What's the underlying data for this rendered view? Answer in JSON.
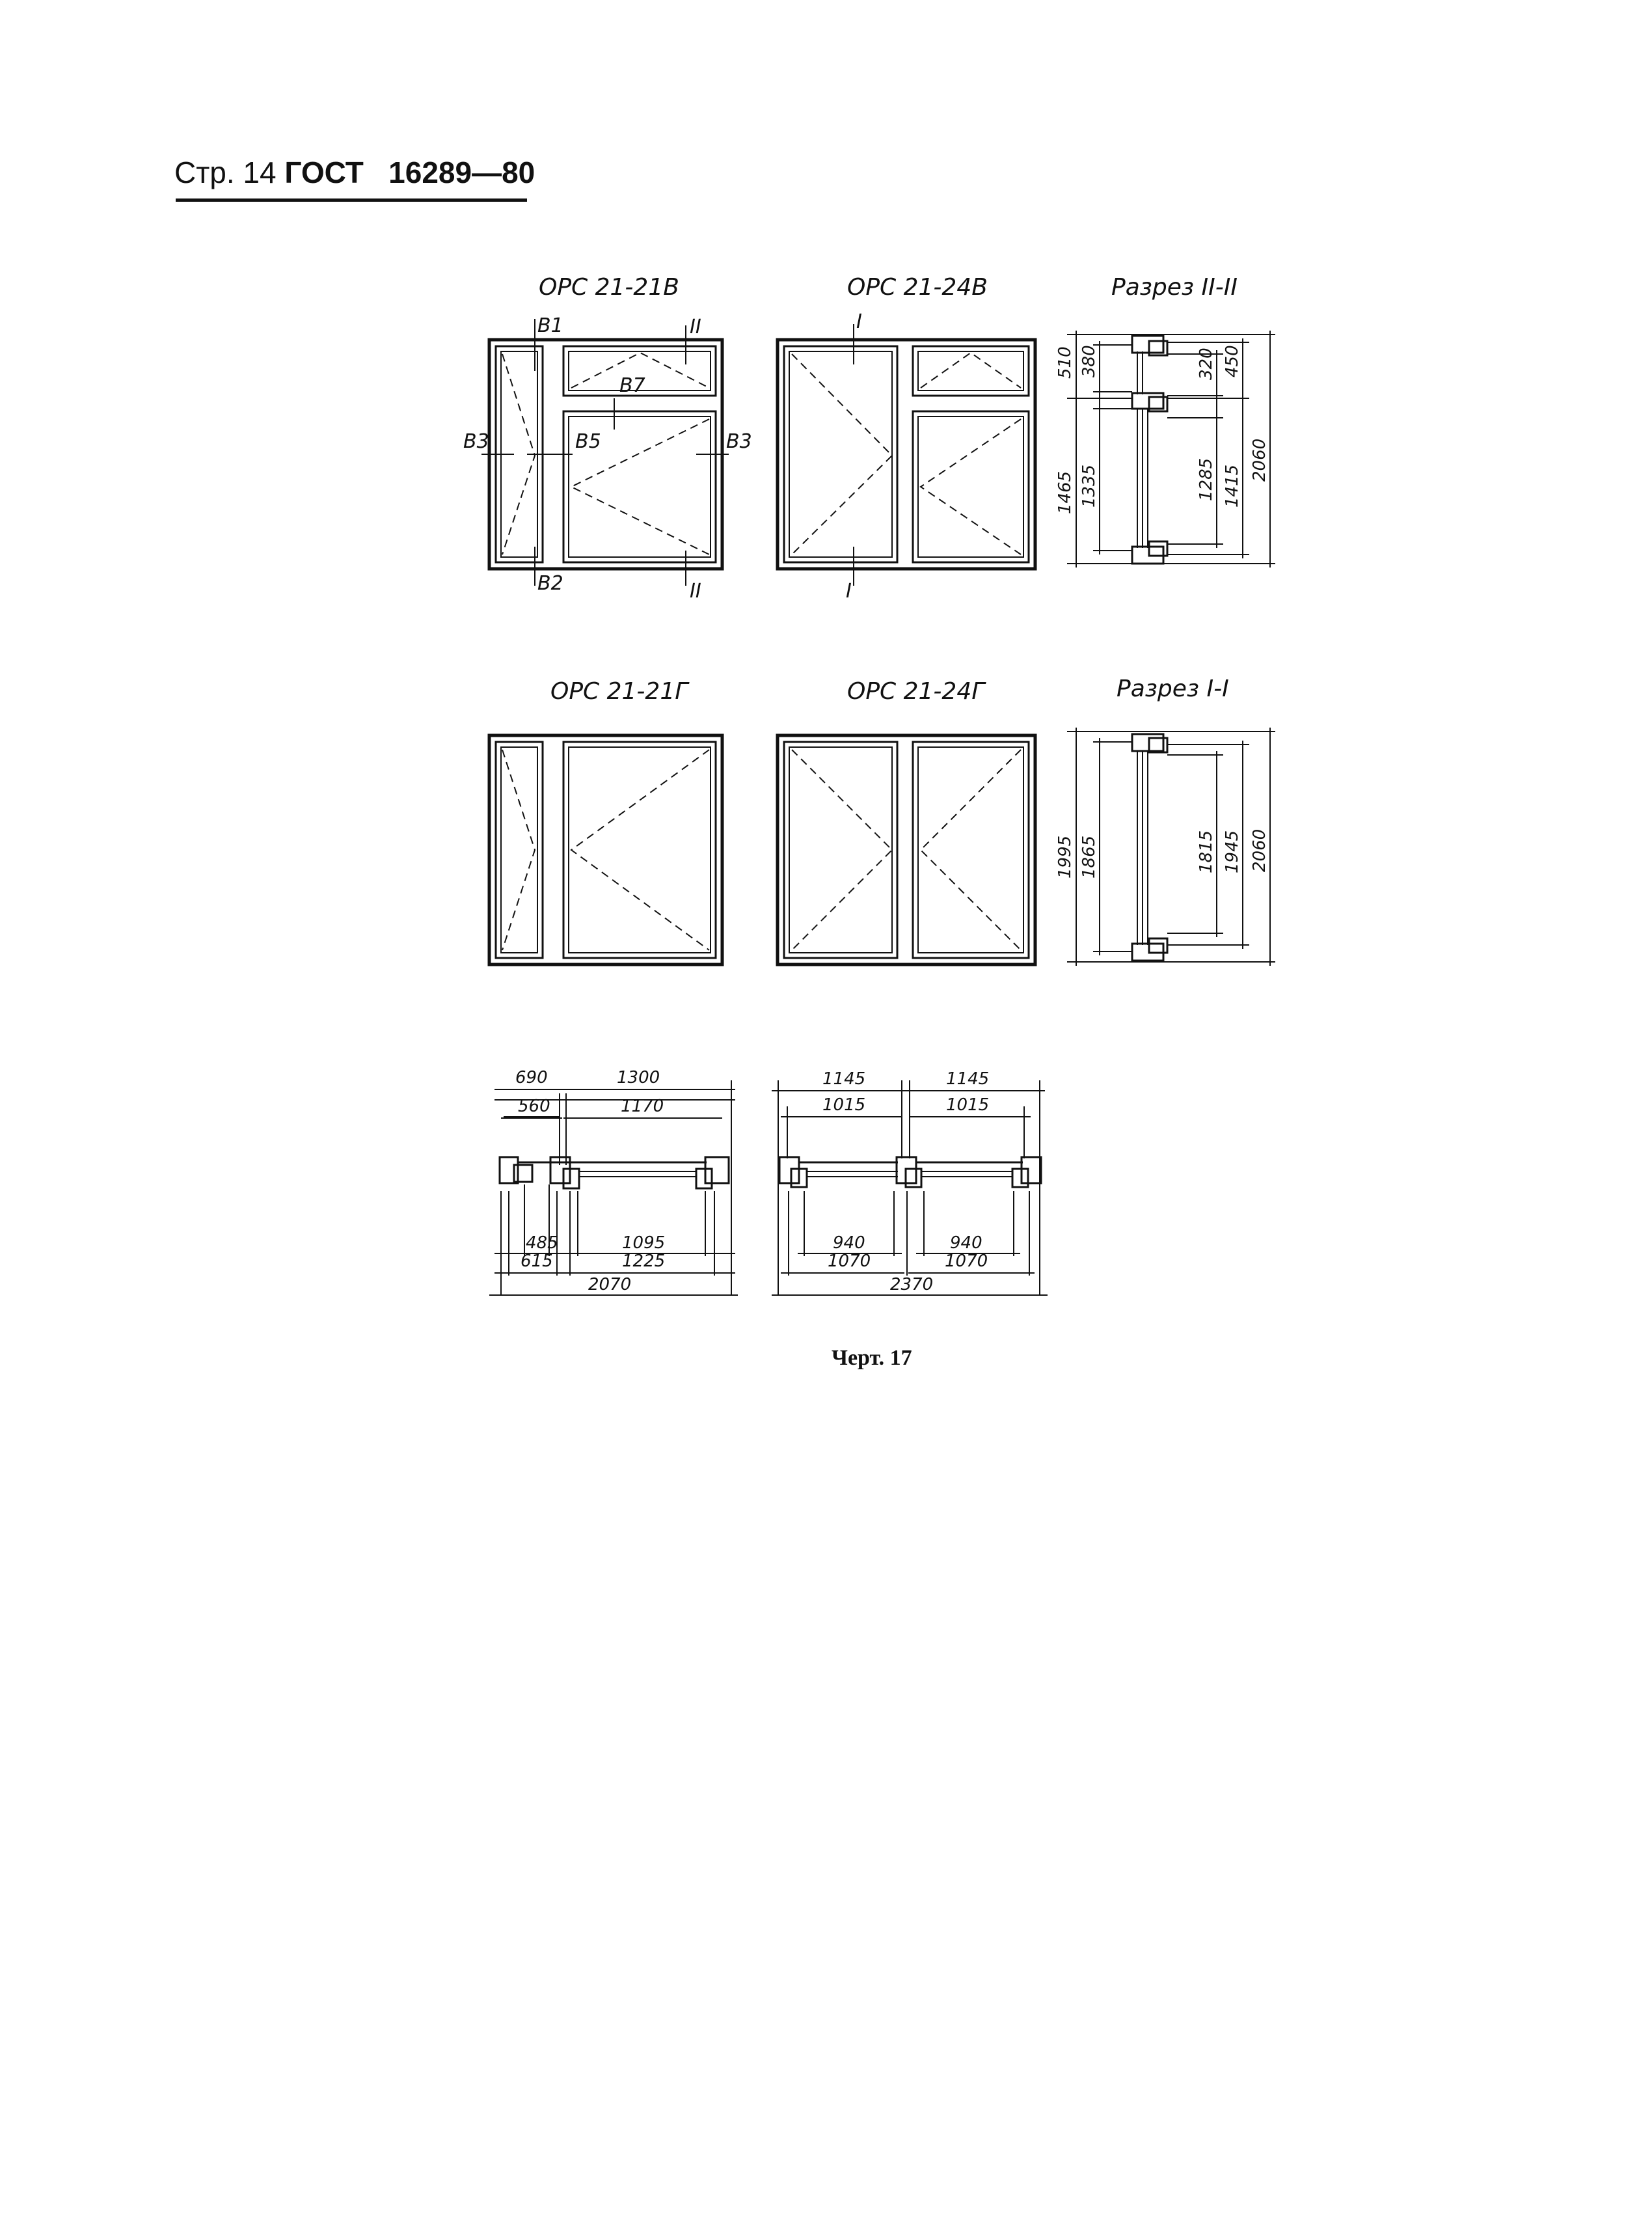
{
  "header": {
    "page": "Стр. 14",
    "standard": "ГОСТ",
    "number": "16289—80"
  },
  "titles": {
    "w1": "ОРС 21-21В",
    "w2": "ОРС 21-24В",
    "s1": "Разрез II-II",
    "w3": "ОРС 21-21Г",
    "w4": "ОРС 21-24Г",
    "s2": "Разрез I-I"
  },
  "marks": {
    "b1": "В1",
    "b2": "В2",
    "b3l": "В3",
    "b3r": "В3",
    "b5": "В5",
    "b7": "В7",
    "sec2_top": "II",
    "sec2_bot": "II",
    "sec1_top": "I",
    "sec1_bot": "I"
  },
  "dims": {
    "s1": [
      "510",
      "380",
      "320",
      "450",
      "1465",
      "1335",
      "1285",
      "1415",
      "2060"
    ],
    "s2": [
      "1995",
      "1865",
      "1815",
      "1945",
      "2060"
    ],
    "p1": [
      "690",
      "1300",
      "560",
      "1170",
      "485",
      "1095",
      "615",
      "1225",
      "2070"
    ],
    "p2": [
      "1145",
      "1145",
      "1015",
      "1015",
      "940",
      "940",
      "1070",
      "1070",
      "2370"
    ]
  },
  "caption": "Черт. 17"
}
